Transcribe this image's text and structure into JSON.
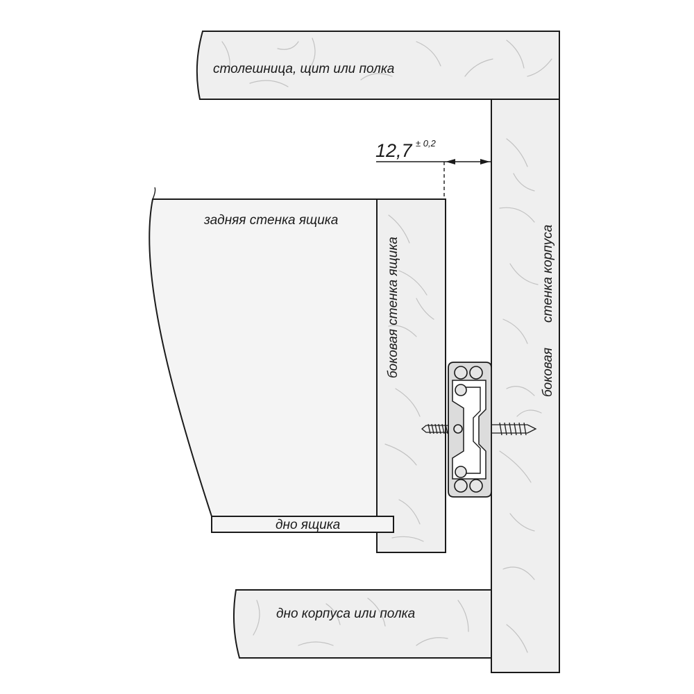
{
  "labels": {
    "countertop": "столешница, щит или полка",
    "drawer_back_wall": "задняя стенка ящика",
    "drawer_side_wall": "боковая стенка ящика",
    "cabinet_side_wall_line1": "боковая",
    "cabinet_side_wall_line2": "стенка корпуса",
    "drawer_bottom": "дно ящика",
    "cabinet_bottom": "дно корпуса или полка"
  },
  "dimension": {
    "value": "12,7",
    "tolerance": "± 0,2"
  }
}
